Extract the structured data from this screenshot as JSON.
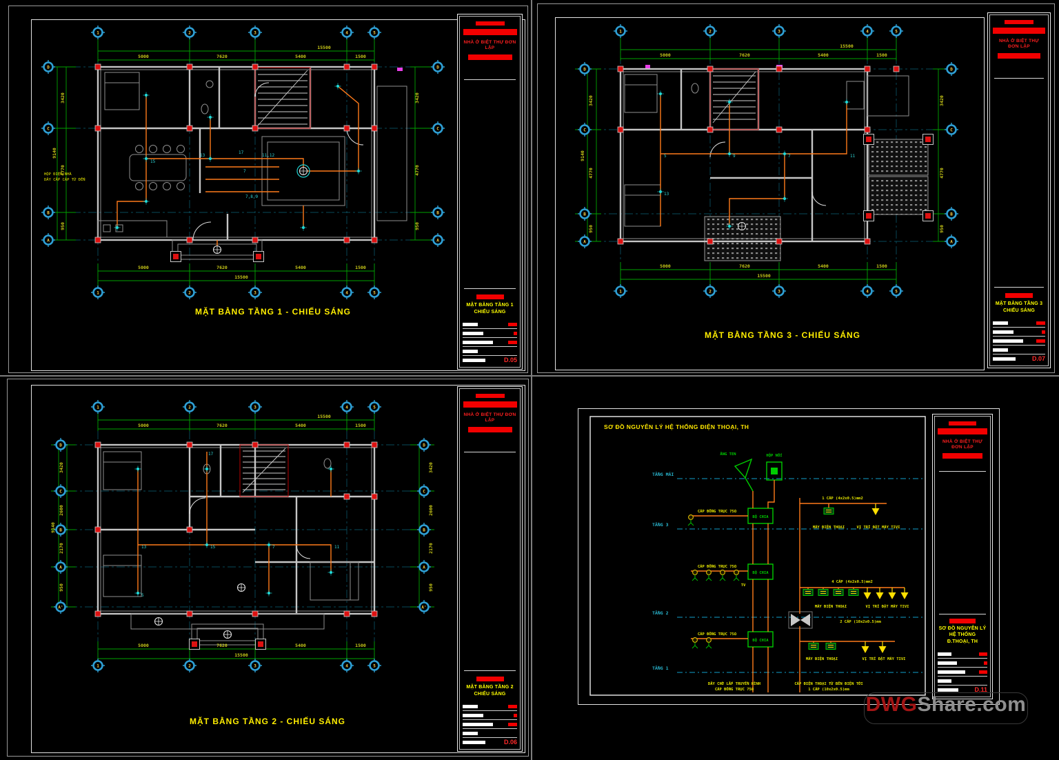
{
  "project": "NHÀ Ở BIỆT THỰ ĐƠN LẬP",
  "watermark": {
    "dwg": "DWG",
    "rest": "Share.com"
  },
  "sheets": {
    "s1": {
      "caption": "MẶT BẰNG TẦNG 1 - CHIẾU SÁNG",
      "tb_title1": "MẶT BẰNG TẦNG 1",
      "tb_title2": "CHIẾU SÁNG",
      "number": "D.05",
      "grid_top": [
        "1",
        "2",
        "3",
        "4",
        "5"
      ],
      "grid_bottom": [
        "1",
        "2",
        "3",
        "4",
        "5"
      ],
      "grid_left": [
        "D",
        "C",
        "B",
        "A"
      ],
      "grid_right": [
        "D",
        "C",
        "B",
        "A"
      ],
      "dims_top": [
        "5000",
        "7620",
        "5400",
        "1500"
      ],
      "dim_top_total": "15500",
      "dims_bottom": [
        "5000",
        "7620",
        "5400",
        "1500"
      ],
      "dim_bottom_total": "15500",
      "dims_left": [
        "3420",
        "4770",
        "950"
      ],
      "dim_left_total": "9140",
      "tags": [
        "15",
        "13",
        "17",
        "11,12",
        "7",
        "7,8,9"
      ],
      "notes": [
        "HỘP ĐIỆN NHÀ",
        "DÂY CẤP CÁP TỪ ĐẾN"
      ]
    },
    "s2": {
      "caption": "MẶT BẰNG TẦNG 3 - CHIẾU SÁNG",
      "tb_title1": "MẶT BẰNG TẦNG 3",
      "tb_title2": "CHIẾU SÁNG",
      "number": "D.07",
      "grid_top": [
        "1",
        "2",
        "3",
        "4",
        "5"
      ],
      "grid_bottom": [
        "1",
        "2",
        "3",
        "4",
        "5"
      ],
      "grid_left": [
        "D",
        "C",
        "B",
        "A"
      ],
      "grid_right": [
        "D",
        "C",
        "B",
        "A"
      ],
      "dims_top": [
        "5000",
        "7620",
        "5400",
        "1500"
      ],
      "dim_top_total": "15500",
      "dims_bottom": [
        "5000",
        "7620",
        "5400",
        "1500"
      ],
      "dim_bottom_total": "15500",
      "dims_left": [
        "3420",
        "4770",
        "950"
      ],
      "dim_left_total": "9140",
      "tags": [
        "5",
        "9",
        "7",
        "11",
        "13"
      ]
    },
    "s3": {
      "caption": "MẶT BẰNG TẦNG 2 - CHIẾU SÁNG",
      "tb_title1": "MẶT BẰNG TẦNG 2",
      "tb_title2": "CHIẾU SÁNG",
      "number": "D.06",
      "grid_top": [
        "1",
        "2",
        "3",
        "4",
        "5"
      ],
      "grid_bottom": [
        "1",
        "2",
        "3",
        "4",
        "5"
      ],
      "grid_left": [
        "D",
        "C",
        "B",
        "A",
        "A'"
      ],
      "grid_right": [
        "D",
        "C",
        "B",
        "A",
        "A'"
      ],
      "dims_top": [
        "5000",
        "7620",
        "5400",
        "1500"
      ],
      "dim_top_total": "15500",
      "dims_bottom": [
        "5000",
        "7620",
        "5400",
        "1500"
      ],
      "dim_bottom_total": "15500",
      "dims_left": [
        "3420",
        "2600",
        "2170",
        "950"
      ],
      "dim_left_total": "9140",
      "tags": [
        "13",
        "15",
        "7",
        "11",
        "5",
        "17"
      ]
    },
    "s4": {
      "title": "SƠ ĐỒ NGUYÊN LÝ HỆ THỐNG ĐIỆN THOẠI, TH",
      "tb_title1": "SƠ ĐỒ NGUYÊN LÝ",
      "tb_title2": "HỆ THỐNG Đ.THOẠI, TH",
      "number": "D.11",
      "floors": [
        "TẦNG MÁI",
        "TẦNG 3",
        "TẦNG 2",
        "TẦNG 1"
      ],
      "antenna_label": "ĂNG TEN",
      "junction_label": "HỘP NỐI",
      "splitter_label": "BỘ CHIA",
      "coax_label": "CÁP ĐỒNG TRỤC 75Ω",
      "tv_label": "TV",
      "cable1": "1 CÁP (4x2x0.5)mm2",
      "cable4": "4 CÁP (4x2x0.5)mm2",
      "cable2": "2 CÁP (10x2x0.5)mm",
      "phone_label": "MÁY ĐIỆN THOẠI",
      "tv_pos_label": "VỊ TRÍ ĐẶT MÁY TIVI",
      "bottom_left1": "DÂY CHỜ LẮP TRUYỀN HÌNH",
      "bottom_left2": "CÁP ĐỒNG TRỤC 75Ω",
      "bottom_right1": "CÁP ĐIỆN THOẠI TỪ BÊN ĐIỆN TỚI",
      "bottom_right2": "1 CÁP (10x2x0.5)mm"
    }
  }
}
